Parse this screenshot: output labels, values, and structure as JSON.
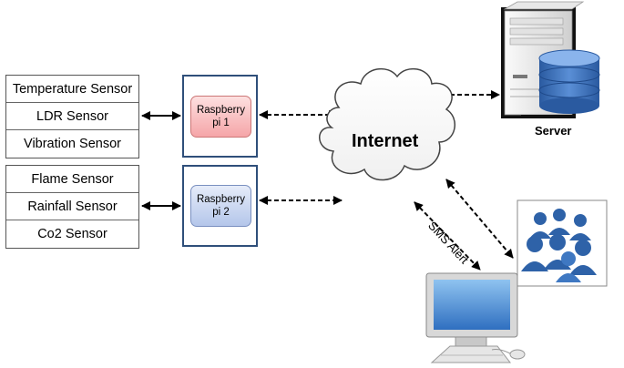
{
  "sensors_group_1": [
    "Temperature Sensor",
    "LDR Sensor",
    "Vibration Sensor"
  ],
  "sensors_group_2": [
    "Flame Sensor",
    "Rainfall Sensor",
    "Co2 Sensor"
  ],
  "rpi1": {
    "line1": "Raspberry",
    "line2": "pi 1"
  },
  "rpi2": {
    "line1": "Raspberry",
    "line2": "pi 2"
  },
  "cloud_label": "Internet",
  "server_label": "Server",
  "sms_label": "SMS Alert",
  "icons": {
    "server": "server-icon",
    "database": "database-icon",
    "users": "users-group-icon",
    "computer": "desktop-computer-icon",
    "cloud": "cloud-icon"
  },
  "colors": {
    "rpi1_fill": "#f5a5a8",
    "rpi2_fill": "#b4c6ea",
    "frame": "#2f4f7a",
    "database": "#3a6fb5",
    "users": "#2e62a8"
  }
}
